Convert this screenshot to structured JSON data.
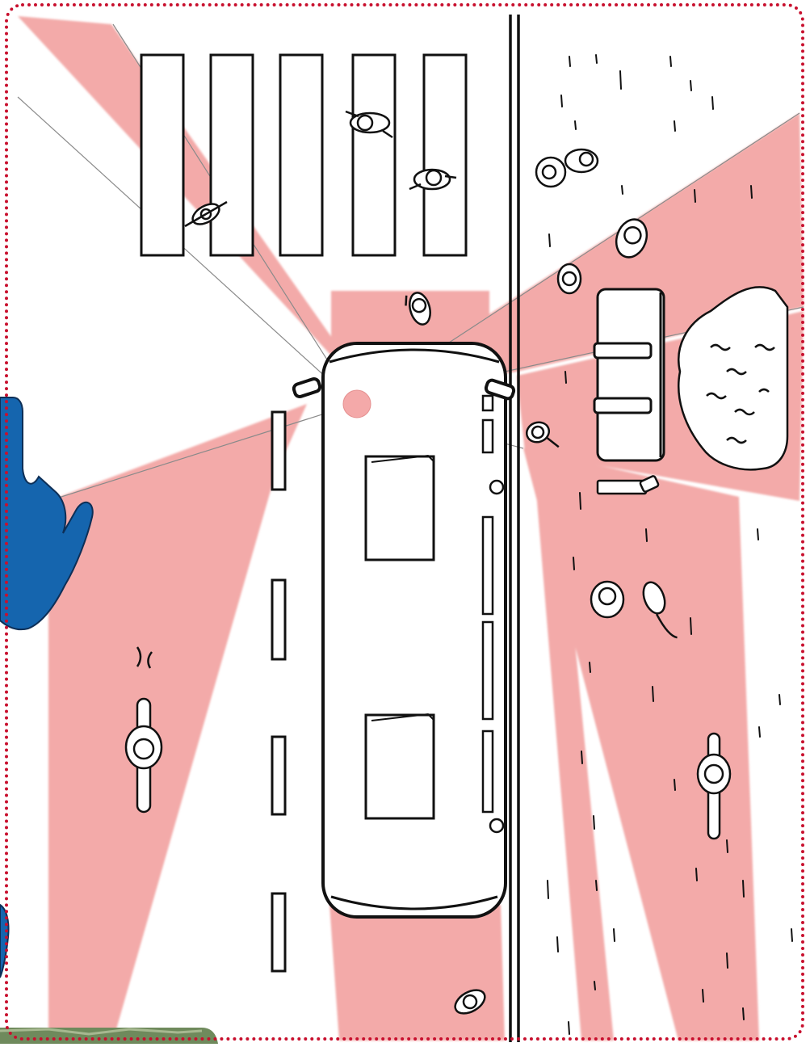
{
  "colors": {
    "blind_zone": "#f3aaa9",
    "blind_zone_edge": "#b87c7c",
    "ink": "#111111",
    "frame": "#c8102e",
    "hand": "#1565ae",
    "hand_outline": "#0d2f57",
    "photo": "#6f8a5c"
  },
  "scene": {
    "view": "top-down",
    "vehicle": "bus",
    "zones": [
      "front",
      "front-left",
      "front-right",
      "right-side",
      "left-side",
      "rear"
    ],
    "road_users": [
      "pedestrian",
      "pedestrian",
      "pedestrian",
      "pedestrian",
      "pedestrian",
      "pedestrian",
      "cyclist",
      "scooter",
      "motorcycle",
      "motorcycle",
      "dog"
    ],
    "objects": [
      "crosswalk",
      "lane-markings",
      "curb",
      "bus-shelter",
      "bench",
      "bush"
    ]
  },
  "icons": {
    "stop_hand": "hand-icon",
    "driver_eye": "driver-eye-icon"
  }
}
